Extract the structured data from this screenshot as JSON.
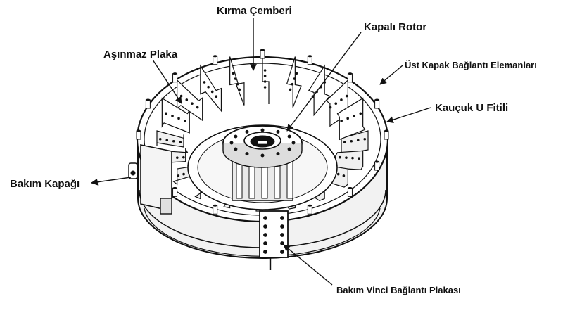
{
  "labels": {
    "kirma": "Kırma Çemberi",
    "rotor": "Kapalı Rotor",
    "asinmaz": "Aşınmaz Plaka",
    "ust_kapak": "Üst Kapak Bağlantı Elemanları",
    "kaucuk": "Kauçuk U Fitili",
    "bakim_kapagi": "Bakım Kapağı",
    "bakim_vinci": "Bakım Vinci Bağlantı Plakası"
  },
  "colors": {
    "line": "#111111",
    "fill": "#ffffff",
    "shade": "#d9d9d9",
    "dark": "#1a1a1a"
  },
  "wear_plate_count": 20
}
